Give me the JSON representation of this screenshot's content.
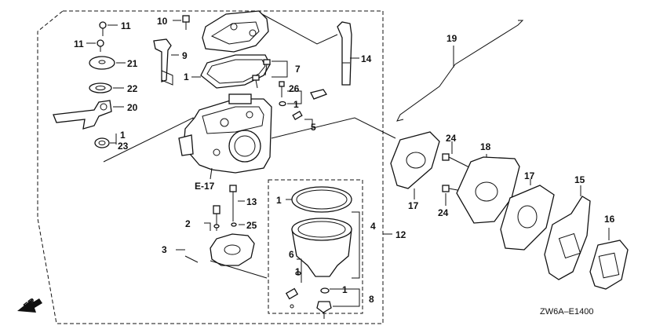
{
  "diagram": {
    "reference_code": "ZW6A–E1400",
    "front_indicator": "FR.",
    "exploded_view_ref": "E-17",
    "callouts": [
      "1",
      "2",
      "3",
      "4",
      "5",
      "6",
      "7",
      "8",
      "9",
      "10",
      "11",
      "12",
      "13",
      "14",
      "15",
      "16",
      "17",
      "18",
      "19",
      "20",
      "21",
      "22",
      "23",
      "24",
      "25",
      "26"
    ]
  }
}
